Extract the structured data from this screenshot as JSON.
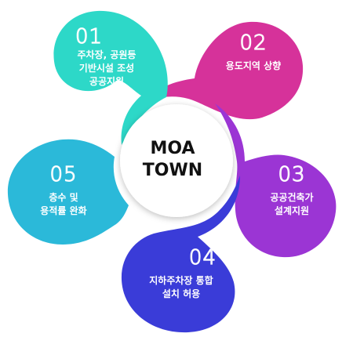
{
  "center": {
    "title": "MOA\nTOWN"
  },
  "colors": {
    "petal_01": "#2dd8c8",
    "petal_02": "#d6329a",
    "petal_03": "#9b35d4",
    "petal_04": "#3a3cd8",
    "petal_05": "#2bb9d9",
    "center": "#ffffff"
  },
  "petals": [
    {
      "number": "01",
      "text": "주차장, 공원등\n기반시설 조성\n공공지원"
    },
    {
      "number": "02",
      "text": "용도지역 상향"
    },
    {
      "number": "03",
      "text": "공공건축가\n설계지원"
    },
    {
      "number": "04",
      "text": "지하주차장 통합\n설치 허용"
    },
    {
      "number": "05",
      "text": "층수 및\n용적률 완화"
    }
  ]
}
